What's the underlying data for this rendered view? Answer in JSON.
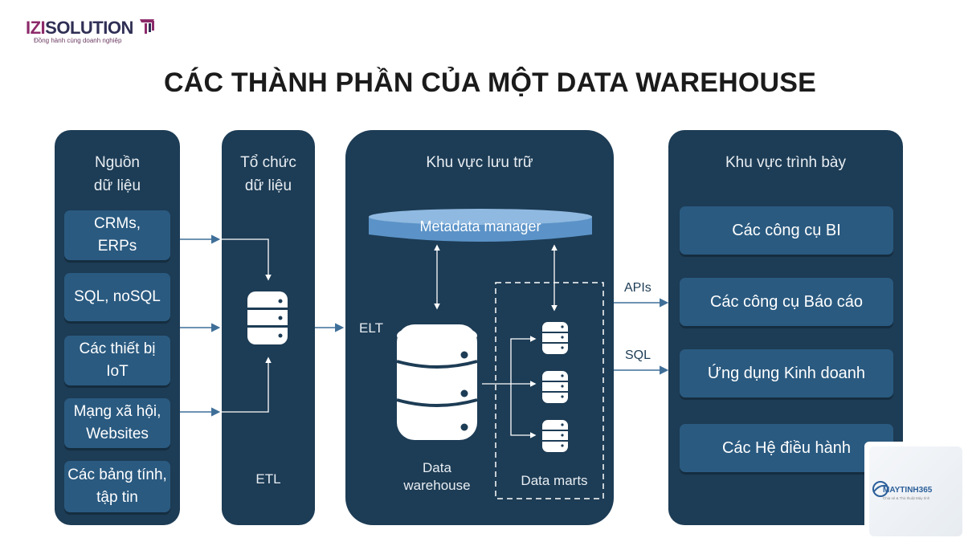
{
  "brand": {
    "izi": "IZI",
    "solution": "SOLUTION",
    "tagline": "Đồng hành cùng doanh nghiệp"
  },
  "title": "CÁC THÀNH PHẦN CỦA MỘT DATA WAREHOUSE",
  "sources": {
    "title_line1": "Nguồn",
    "title_line2": "dữ liệu",
    "items": [
      {
        "line1": "CRMs,",
        "line2": "ERPs"
      },
      {
        "line1": "SQL, noSQL",
        "line2": ""
      },
      {
        "line1": "Các thiết bị",
        "line2": "IoT"
      },
      {
        "line1": "Mạng xã hội,",
        "line2": "Websites"
      },
      {
        "line1": "Các bảng tính,",
        "line2": "tập tin"
      }
    ]
  },
  "etl": {
    "title_line1": "Tổ chức",
    "title_line2": "dữ liệu",
    "label": "ETL"
  },
  "storage": {
    "title": "Khu vực lưu trữ",
    "metadata": "Metadata manager",
    "elt": "ELT",
    "warehouse_line1": "Data",
    "warehouse_line2": "warehouse",
    "marts": "Data marts"
  },
  "connectors": {
    "apis": "APIs",
    "sql": "SQL"
  },
  "presentation": {
    "title": "Khu vực trình bày",
    "items": [
      "Các công cụ BI",
      "Các công cụ Báo cáo",
      "Ứng dụng Kinh doanh",
      "Các Hệ điều hành"
    ]
  },
  "watermark": {
    "name": "MAYTINH365",
    "sub": "Chia sẻ & Thủ thuật Máy tính"
  },
  "colors": {
    "panel": "#1d3c55",
    "box": "#2a5a80",
    "metadata": "#5b93c8",
    "arrow": "#3f6f98"
  }
}
